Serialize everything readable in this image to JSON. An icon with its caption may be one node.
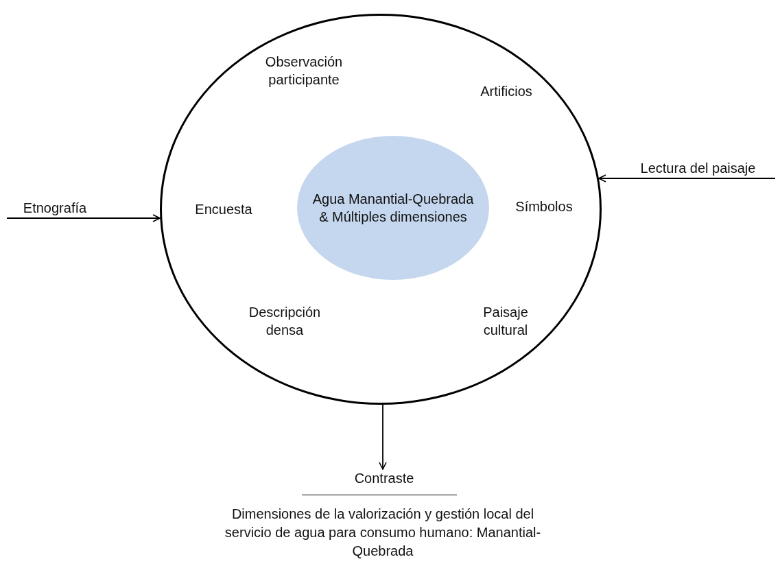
{
  "diagram": {
    "nodes": [
      {
        "text": [],
        "shape": "circle"
      },
      {
        "text": [
          "Observación participante"
        ],
        "in": 0
      },
      {
        "text": [
          "Artificios"
        ],
        "in": 0
      },
      {
        "text": [
          "Encuesta"
        ],
        "in": 0
      },
      {
        "text": [
          "Símbolos"
        ],
        "in": 0
      },
      {
        "text": [
          "Descripción densa"
        ],
        "in": 0
      },
      {
        "text": [
          "Paisaje cultural"
        ],
        "in": 0
      },
      {
        "text": [
          "Agua Manantial-Quebrada & Múltiples dimensiones"
        ],
        "in": 0
      },
      {
        "text": [
          "Etnografía"
        ]
      },
      {
        "text": [
          "Lectura del paisaje"
        ]
      },
      {
        "text": [
          "Contraste"
        ]
      }
    ],
    "edges": [
      {
        "from": 8,
        "to": 0,
        "arrow": "to"
      },
      {
        "from": 9,
        "to": 0,
        "arrow": "to"
      },
      {
        "from": 0,
        "to": 10,
        "arrow": "to"
      }
    ],
    "labels": [
      "Dimensiones de la valorización y gestión local del servicio de agua para consumo humano: Manantial-Quebrada"
    ]
  }
}
